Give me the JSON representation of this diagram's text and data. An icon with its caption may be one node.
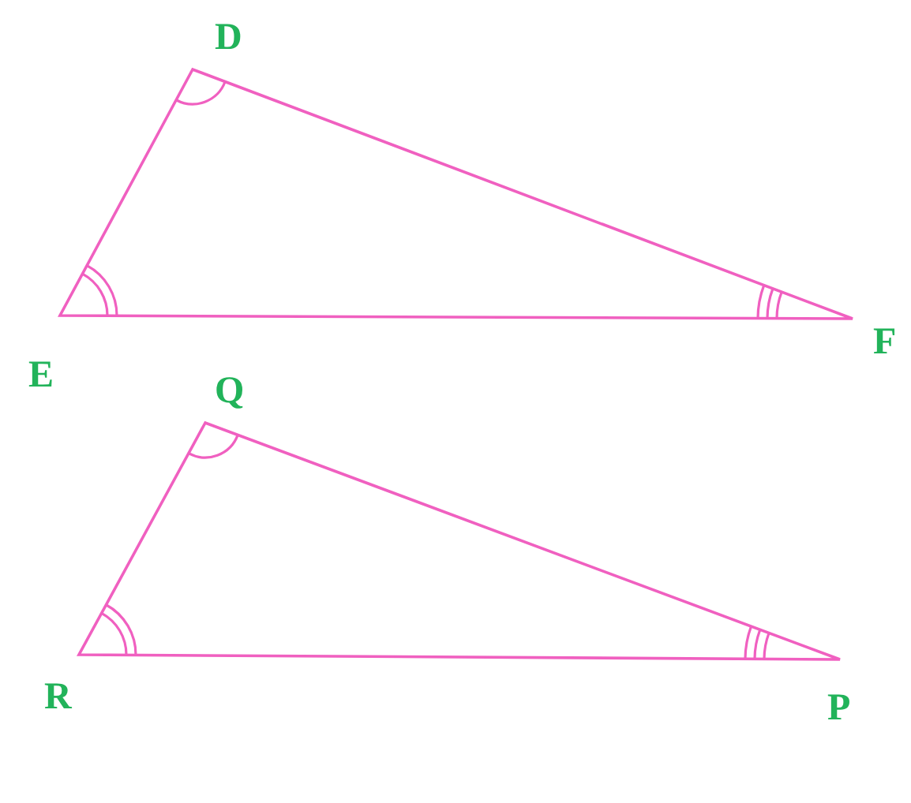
{
  "diagram": {
    "labels": [
      "D",
      "E",
      "F",
      "Q",
      "R",
      "P"
    ]
  }
}
